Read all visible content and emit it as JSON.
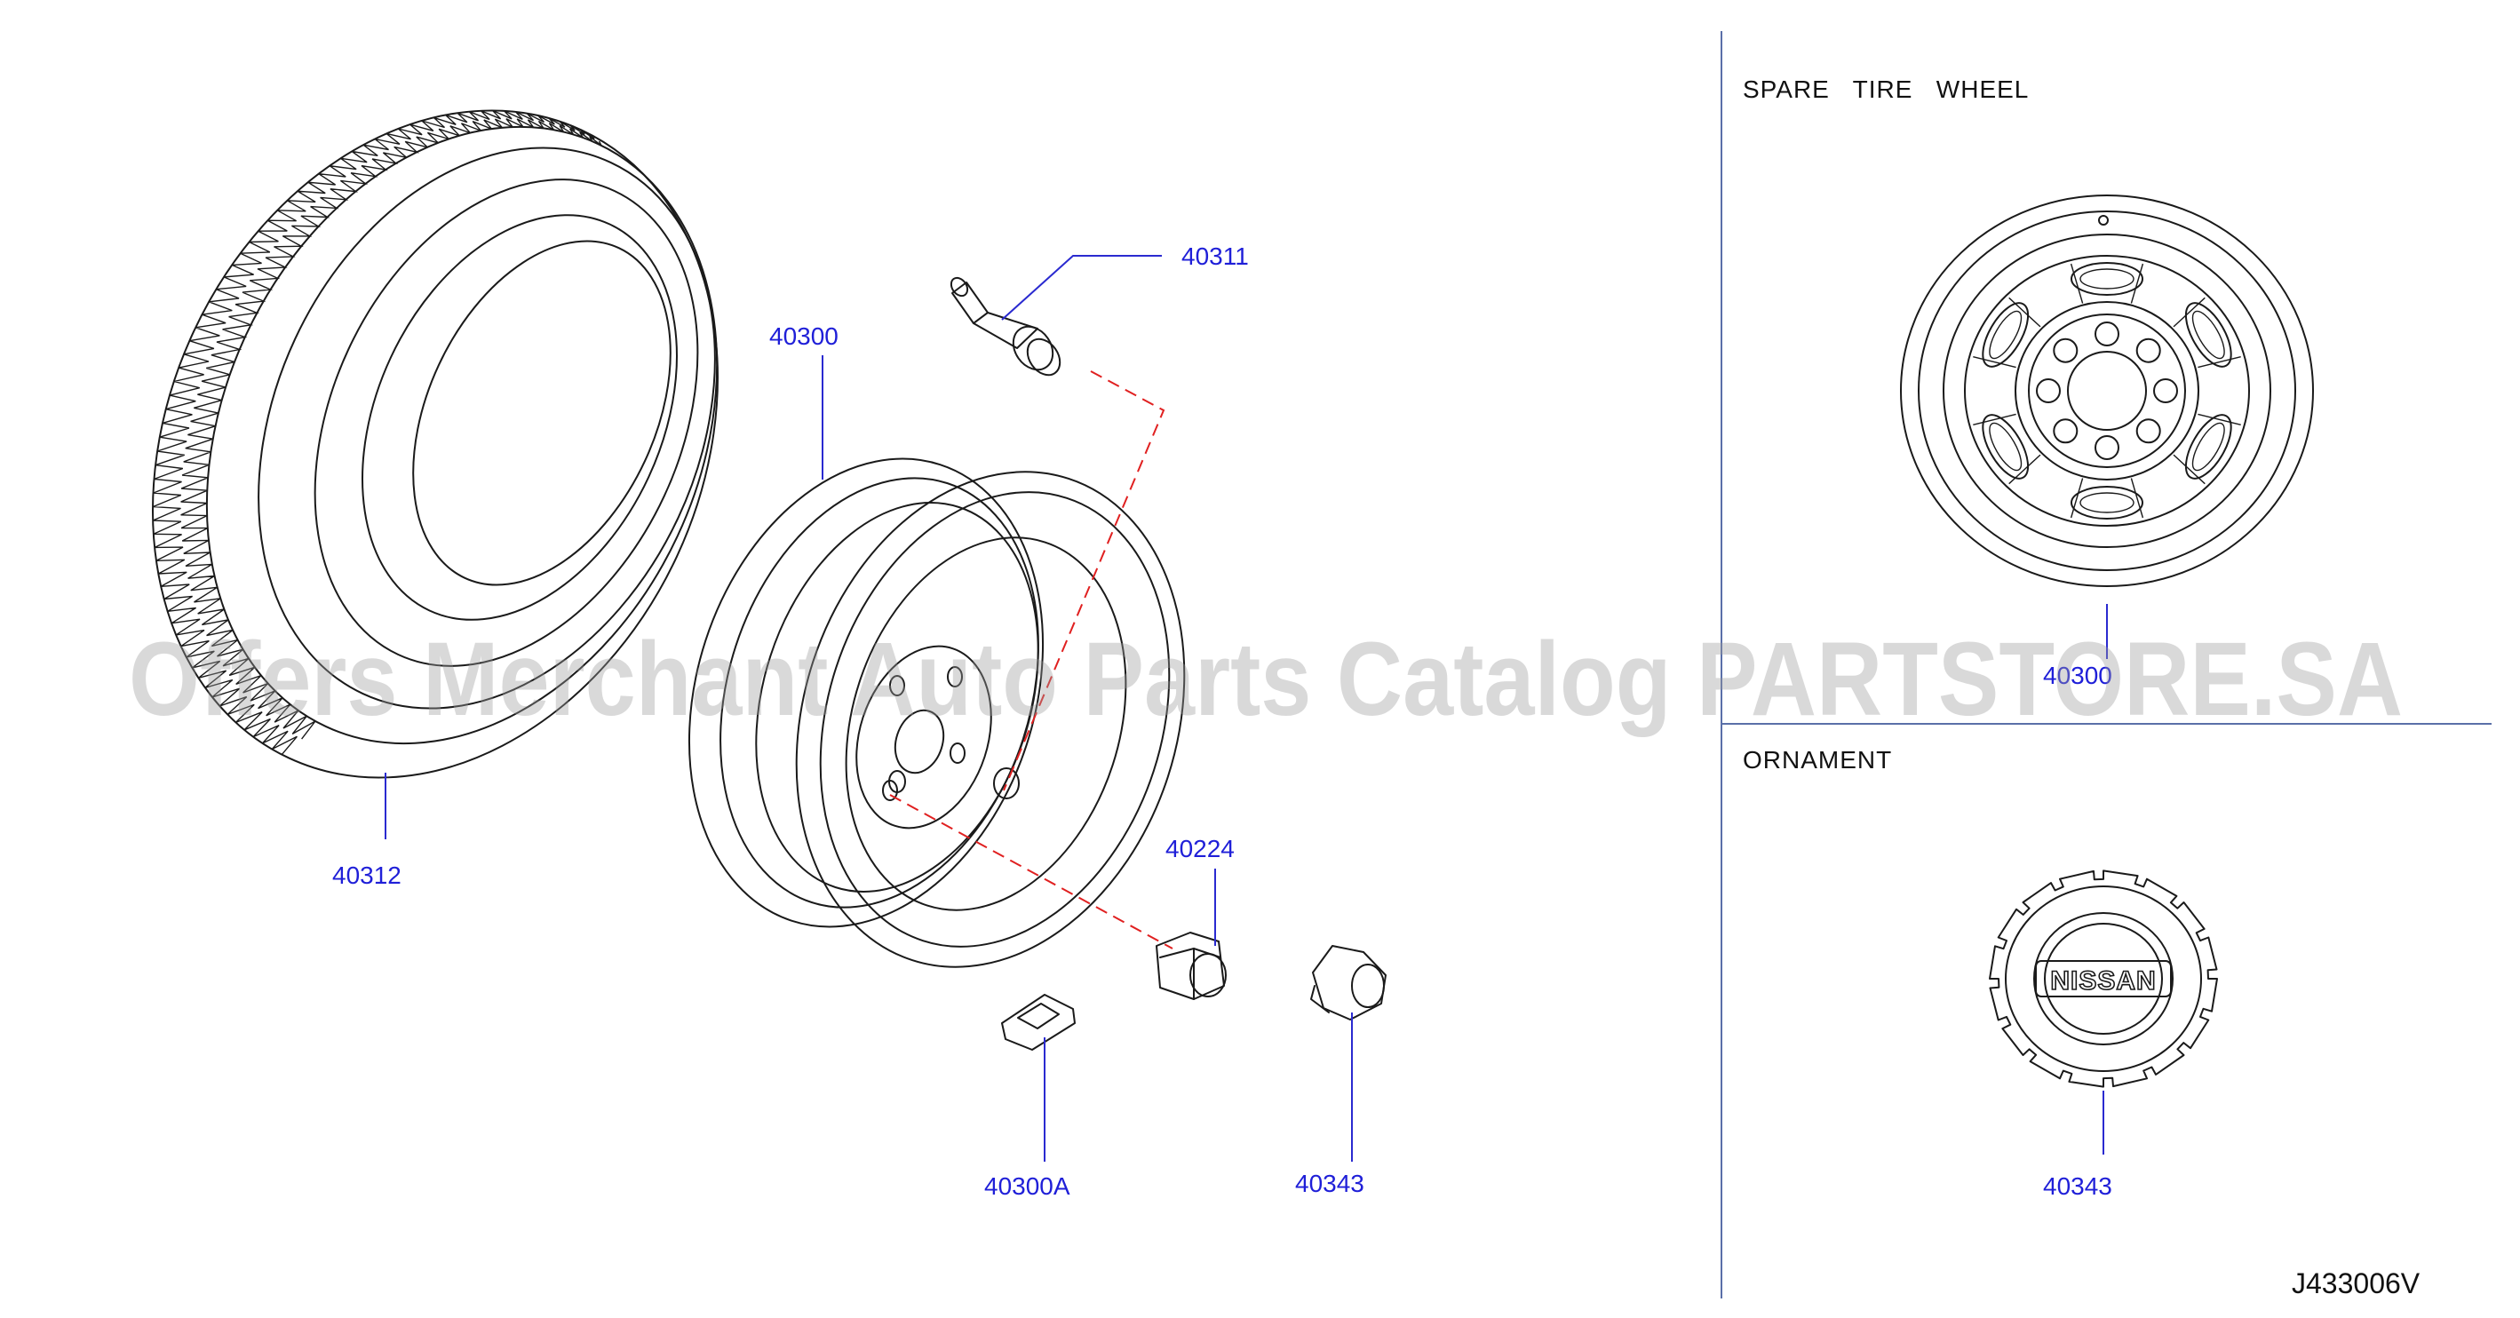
{
  "sections": {
    "spare_tire_wheel": "SPARE   TIRE   WHEEL",
    "ornament": "ORNAMENT"
  },
  "parts": {
    "tire": "40312",
    "wheel": "40300",
    "valve": "40311",
    "nut": "40224",
    "balance_weight": "40300A",
    "center_cap": "40343",
    "spare_wheel": "40300",
    "ornament_cap": "40343"
  },
  "ornament_logo": "NISSAN",
  "diagram_code": "J433006V",
  "watermark": "Offers Merchant Auto Parts Catalog PARTSTORE.SA",
  "colors": {
    "part_label": "#1f1fd8",
    "leader_line": "#2a2ad0",
    "dashed_guide": "#e02020",
    "divider": "#5a6fa8"
  }
}
